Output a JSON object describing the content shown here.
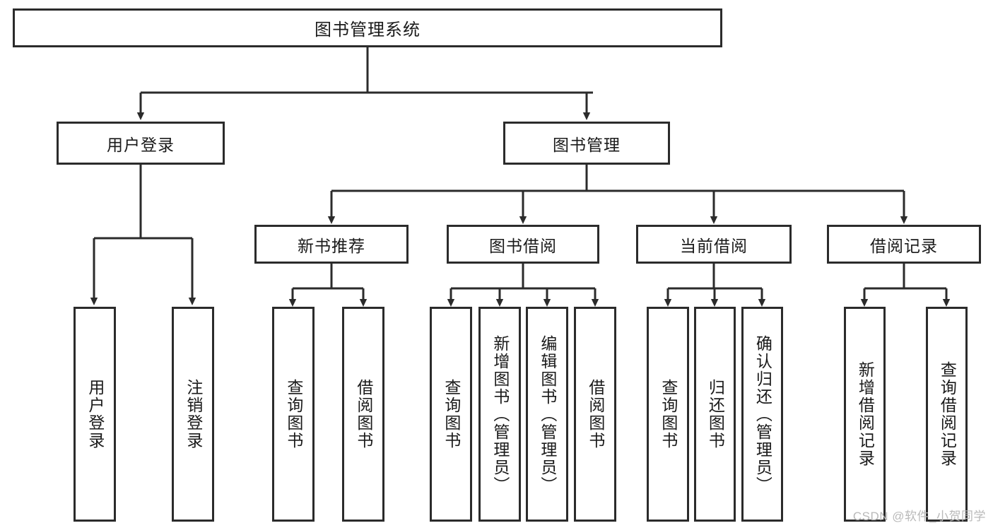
{
  "diagram": {
    "type": "tree",
    "title": "图书管理系统",
    "watermark": "CSDN @软件_小贺同学",
    "colors": {
      "box_border": "#2b2b2b",
      "background": "#ffffff",
      "text": "#1a1a1a",
      "watermark": "#b9b9b9"
    },
    "nodes": {
      "root": "图书管理系统",
      "l1": [
        "用户登录",
        "图书管理"
      ],
      "l2_user": [
        "用户登录",
        "注销登录"
      ],
      "l2_book": [
        "新书推荐",
        "图书借阅",
        "当前借阅",
        "借阅记录"
      ],
      "l3_newbook": [
        "查询图书",
        "借阅图书"
      ],
      "l3_borrow": [
        "查询图书",
        "新增图书（管理员）",
        "编辑图书（管理员）",
        "借阅图书"
      ],
      "l3_current": [
        "查询图书",
        "归还图书",
        "确认归还（管理员）"
      ],
      "l3_record": [
        "新增借阅记录",
        "查询借阅记录"
      ]
    }
  }
}
